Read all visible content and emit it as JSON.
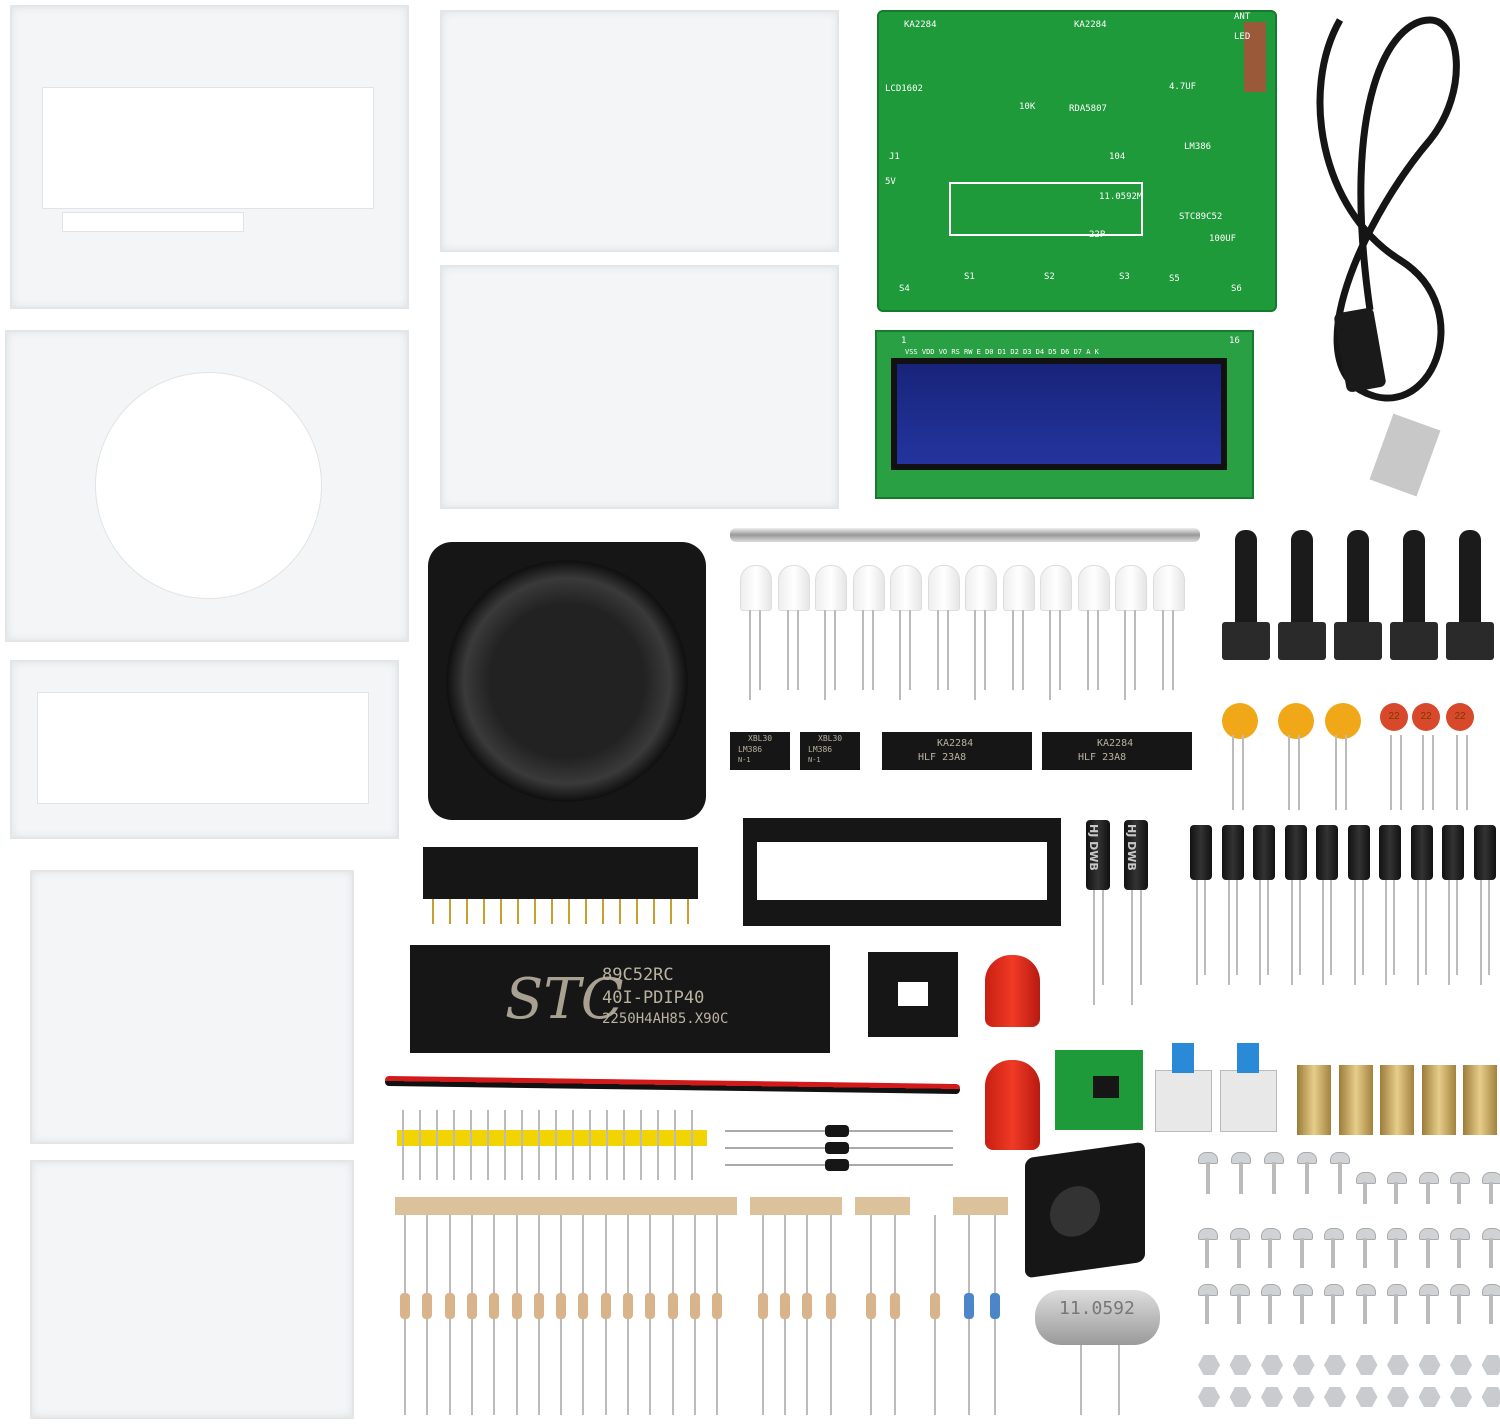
{
  "pcb": {
    "labels": [
      "KA2284",
      "KA2284",
      "LCD1602",
      "RDA5807",
      "LM386",
      "STC89C52",
      "11.0592M",
      "4.7UF",
      "10K",
      "ANT",
      "LED",
      "S1",
      "S2",
      "S3",
      "S4",
      "S5",
      "S6",
      "5V",
      "J1",
      "104",
      "22P",
      "100UF"
    ]
  },
  "lcd": {
    "pin_start": "1",
    "pin_end": "16",
    "pin_labels": "VSS VDD VO RS RW E D0 D1 D2 D3 D4 D5 D6 D7 A K"
  },
  "lm386": {
    "brand": "XBL30",
    "model": "LM386",
    "suffix": "N-1"
  },
  "ka2284": {
    "model": "KA2284",
    "code": "HLF 23A8"
  },
  "mcu": {
    "brand": "STC",
    "model": "89C52RC",
    "package": "40I-PDIP40",
    "code": "2250H4AH85.X90C"
  },
  "crystal": {
    "freq": "11.0592"
  },
  "ceramic_cap": {
    "value": "22"
  },
  "electrolytic": {
    "brand": "HJ",
    "series": "DWB"
  },
  "colors": {
    "pcb": "#1f9a3a",
    "lcd_window": "#1f2f90",
    "red_cap": "#e02a1a",
    "brass": "#c9a65a"
  },
  "icons": {
    "cable": "usb-cable-icon",
    "speaker": "speaker-icon"
  }
}
